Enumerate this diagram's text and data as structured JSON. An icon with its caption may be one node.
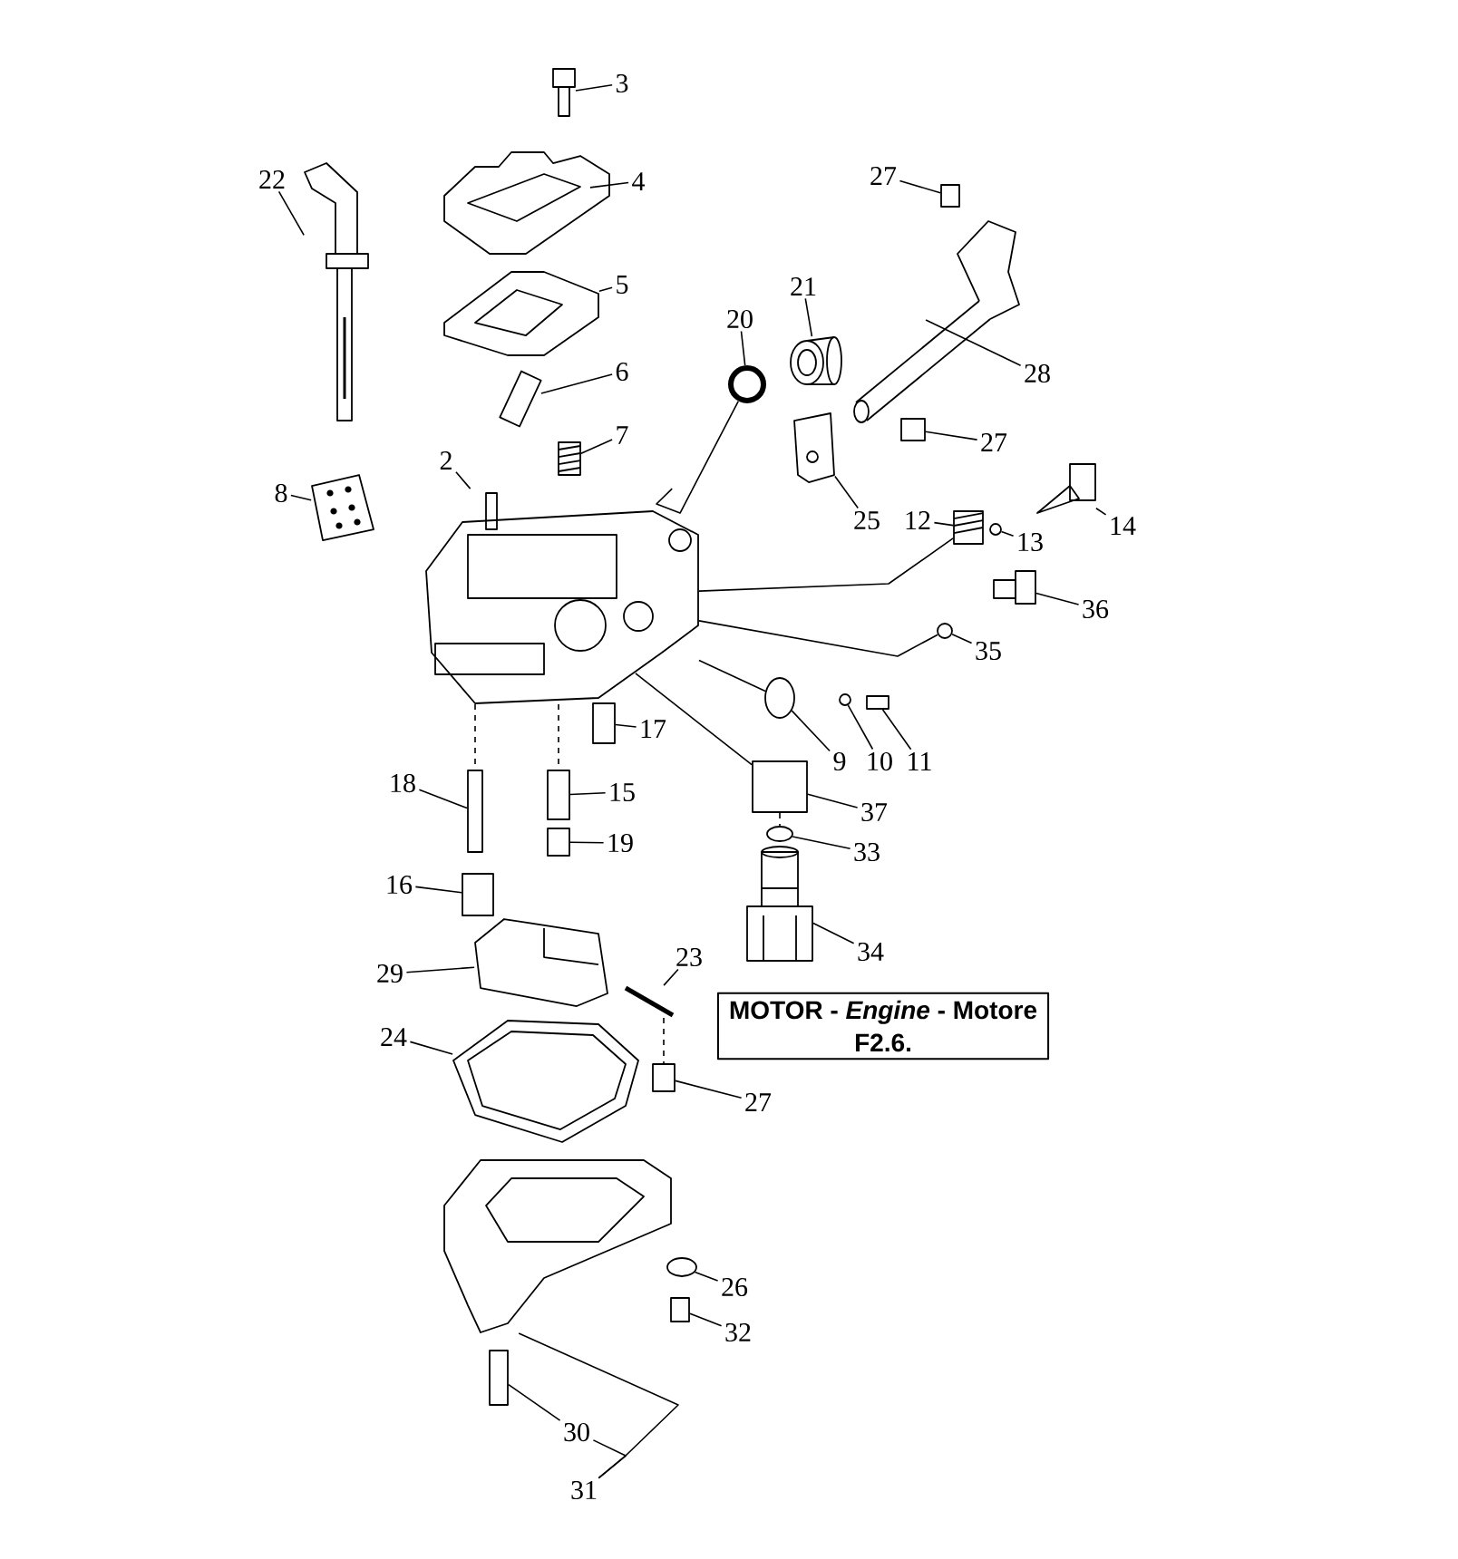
{
  "diagram": {
    "nodes": [
      {
        "text": [
          "3"
        ]
      },
      {
        "text": [
          "22"
        ]
      },
      {
        "text": [
          "27"
        ]
      },
      {
        "text": [
          "4"
        ]
      },
      {
        "text": [
          "5"
        ]
      },
      {
        "text": [
          "21"
        ]
      },
      {
        "text": [
          "20"
        ]
      },
      {
        "text": [
          "28"
        ]
      },
      {
        "text": [
          "6"
        ]
      },
      {
        "text": [
          "27"
        ]
      },
      {
        "text": [
          "7"
        ]
      },
      {
        "text": [
          "2"
        ]
      },
      {
        "text": [
          "8"
        ]
      },
      {
        "text": [
          "25"
        ]
      },
      {
        "text": [
          "12"
        ]
      },
      {
        "text": [
          "14"
        ]
      },
      {
        "text": [
          "13"
        ]
      },
      {
        "text": [
          "36"
        ]
      },
      {
        "text": [
          "35"
        ]
      },
      {
        "text": [
          "17"
        ]
      },
      {
        "text": [
          "9"
        ]
      },
      {
        "text": [
          "10"
        ]
      },
      {
        "text": [
          "11"
        ]
      },
      {
        "text": [
          "18"
        ]
      },
      {
        "text": [
          "15"
        ]
      },
      {
        "text": [
          "37"
        ]
      },
      {
        "text": [
          "19"
        ]
      },
      {
        "text": [
          "33"
        ]
      },
      {
        "text": [
          "16"
        ]
      },
      {
        "text": [
          "34"
        ]
      },
      {
        "text": [
          "23"
        ]
      },
      {
        "text": [
          "29"
        ]
      },
      {
        "text": [
          "MOTOR - *Engine* - Motore",
          "F2.6."
        ]
      },
      {
        "text": [
          "24"
        ]
      },
      {
        "text": [
          "27"
        ]
      },
      {
        "text": [
          "26"
        ]
      },
      {
        "text": [
          "32"
        ]
      },
      {
        "text": [
          "30"
        ]
      },
      {
        "text": [
          "31"
        ]
      },
      {
        "text": [],
        "shape": "picture"
      },
      {
        "text": [],
        "shape": "picture"
      },
      {
        "text": [],
        "shape": "box"
      },
      {
        "text": [],
        "shape": "picture"
      },
      {
        "text": [],
        "shape": "picture"
      },
      {
        "text": [],
        "shape": "picture"
      },
      {
        "text": [],
        "shape": "circle"
      },
      {
        "text": [],
        "shape": "picture"
      },
      {
        "text": [],
        "shape": "picture"
      },
      {
        "text": [],
        "shape": "box"
      },
      {
        "text": [],
        "shape": "picture"
      },
      {
        "text": [],
        "shape": "picture"
      },
      {
        "text": [],
        "shape": "picture"
      },
      {
        "text": [],
        "shape": "picture"
      },
      {
        "text": [],
        "shape": "picture"
      },
      {
        "text": [],
        "shape": "picture"
      },
      {
        "text": [],
        "shape": "circle"
      },
      {
        "text": [],
        "shape": "picture"
      },
      {
        "text": [],
        "shape": "circle"
      },
      {
        "text": [],
        "shape": "box"
      },
      {
        "text": [],
        "shape": "circle"
      },
      {
        "text": [],
        "shape": "circle"
      },
      {
        "text": [],
        "shape": "box"
      },
      {
        "text": [],
        "shape": "box"
      },
      {
        "text": [],
        "shape": "box"
      },
      {
        "text": [],
        "shape": "box"
      },
      {
        "text": [],
        "shape": "box"
      },
      {
        "text": [],
        "shape": "circle"
      },
      {
        "text": [],
        "shape": "box"
      },
      {
        "text": [],
        "shape": "picture"
      },
      {
        "text": [],
        "shape": "picture"
      },
      {
        "text": [],
        "shape": "picture"
      },
      {
        "text": [],
        "shape": "picture"
      },
      {
        "text": [],
        "shape": "box"
      },
      {
        "text": [],
        "shape": "circle"
      },
      {
        "text": [],
        "shape": "box"
      },
      {
        "text": [],
        "shape": "box"
      },
      {
        "text": [],
        "shape": "picture"
      }
    ],
    "edges": [
      {
        "from": 0,
        "to": 39,
        "arrow": "none"
      },
      {
        "from": 1,
        "to": 40,
        "arrow": "none"
      },
      {
        "from": 2,
        "to": 41,
        "arrow": "none"
      },
      {
        "from": 3,
        "to": 42,
        "arrow": "none"
      },
      {
        "from": 4,
        "to": 43,
        "arrow": "none"
      },
      {
        "from": 5,
        "to": 44,
        "arrow": "none"
      },
      {
        "from": 6,
        "to": 45,
        "arrow": "none"
      },
      {
        "from": 7,
        "to": 46,
        "arrow": "none"
      },
      {
        "from": 8,
        "to": 47,
        "arrow": "none"
      },
      {
        "from": 9,
        "to": 48,
        "arrow": "none"
      },
      {
        "from": 10,
        "to": 49,
        "arrow": "none"
      },
      {
        "from": 11,
        "to": 50,
        "arrow": "none"
      },
      {
        "from": 12,
        "to": 51,
        "arrow": "none"
      },
      {
        "from": 13,
        "to": 52,
        "arrow": "none"
      },
      {
        "from": 14,
        "to": 53,
        "arrow": "none"
      },
      {
        "from": 15,
        "to": 54,
        "arrow": "none"
      },
      {
        "from": 16,
        "to": 55,
        "arrow": "none"
      },
      {
        "from": 17,
        "to": 56,
        "arrow": "none"
      },
      {
        "from": 18,
        "to": 57,
        "arrow": "none"
      },
      {
        "from": 19,
        "to": 58,
        "arrow": "none"
      },
      {
        "from": 20,
        "to": 59,
        "arrow": "none"
      },
      {
        "from": 21,
        "to": 60,
        "arrow": "none"
      },
      {
        "from": 22,
        "to": 61,
        "arrow": "none"
      },
      {
        "from": 23,
        "to": 62,
        "arrow": "none"
      },
      {
        "from": 24,
        "to": 63,
        "arrow": "none"
      },
      {
        "from": 25,
        "to": 64,
        "arrow": "none"
      },
      {
        "from": 26,
        "to": 65,
        "arrow": "none"
      },
      {
        "from": 27,
        "to": 66,
        "arrow": "none"
      },
      {
        "from": 28,
        "to": 67,
        "arrow": "none"
      },
      {
        "from": 29,
        "to": 68,
        "arrow": "none"
      },
      {
        "from": 30,
        "to": 69,
        "arrow": "none"
      },
      {
        "from": 31,
        "to": 70,
        "arrow": "none"
      },
      {
        "from": 33,
        "to": 71,
        "arrow": "none"
      },
      {
        "from": 34,
        "to": 72,
        "arrow": "none"
      },
      {
        "from": 35,
        "to": 73,
        "arrow": "none"
      },
      {
        "from": 36,
        "to": 74,
        "arrow": "none"
      },
      {
        "from": 37,
        "to": 75,
        "arrow": "none"
      },
      {
        "from": 38,
        "to": 76,
        "arrow": "none"
      },
      {
        "from": 38,
        "to": 37,
        "arrow": "none"
      },
      {
        "from": 50,
        "to": 45,
        "arrow": "none"
      },
      {
        "from": 50,
        "to": 53,
        "arrow": "none"
      },
      {
        "from": 50,
        "to": 57,
        "arrow": "none"
      },
      {
        "from": 50,
        "to": 59,
        "arrow": "none"
      },
      {
        "from": 50,
        "to": 64,
        "arrow": "none"
      },
      {
        "from": 50,
        "to": 62,
        "arrow": "none",
        "style": "dashed"
      },
      {
        "from": 50,
        "to": 63,
        "arrow": "none",
        "style": "dashed"
      },
      {
        "from": 64,
        "to": 66,
        "arrow": "none",
        "style": "dashed"
      },
      {
        "from": 69,
        "to": 72,
        "arrow": "none",
        "style": "dashed"
      }
    ]
  }
}
